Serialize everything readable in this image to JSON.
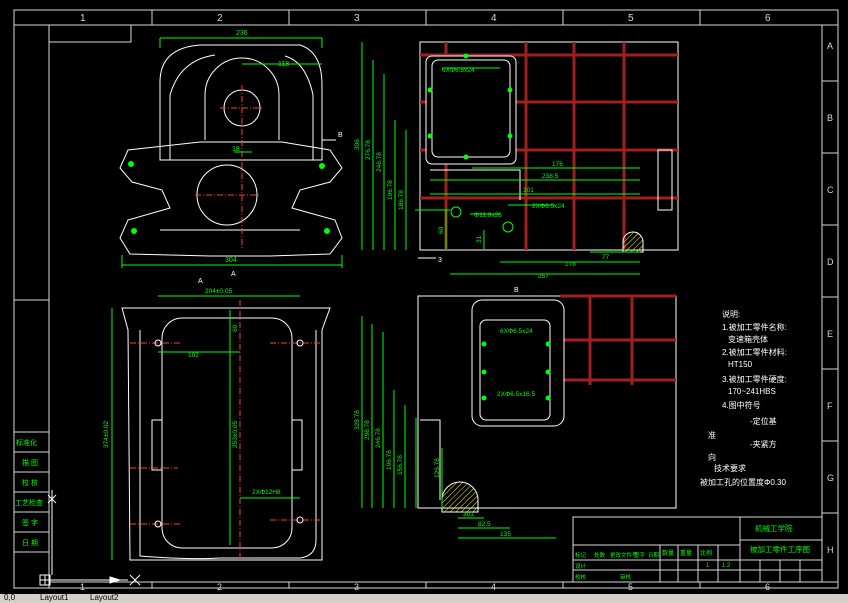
{
  "colors": {
    "background": "#000000",
    "white": "#ffffff",
    "cyan": "#00ffff",
    "green": "#00ff00",
    "red": "#ff3b3b",
    "darkred": "#a02020",
    "yellow": "#ffff00",
    "frame": "#d8d8d8"
  },
  "frame": {
    "top_columns": [
      "1",
      "2",
      "3",
      "4",
      "5",
      "6"
    ],
    "bottom_columns": [
      "1",
      "2",
      "3",
      "4",
      "5",
      "6"
    ],
    "right_rows": [
      "A",
      "B",
      "C",
      "D",
      "E",
      "F",
      "G",
      "H"
    ]
  },
  "view_top_left": {
    "dims": {
      "width": "236",
      "mid": "118",
      "shaft": "18",
      "base": "304"
    },
    "section_A": "A",
    "section_B": "B"
  },
  "view_top_right": {
    "dims": {
      "h1": "306",
      "h2": "276.78",
      "h3": "246.78",
      "h4": "196.78",
      "h5": "186.78",
      "h6": "60",
      "h7": "31",
      "w1": "176",
      "w2": "238.5",
      "w3": "301",
      "w4": "178",
      "w5": "77",
      "w6": "257",
      "hole1": "6XΦ6.5x24",
      "hole2": "2XΦ6.5x24",
      "hole3": "Φ11.9x26"
    },
    "section_marker": "3"
  },
  "view_bottom_left": {
    "dims": {
      "width": "204±0.05",
      "inner": "102",
      "side": "374±0.02",
      "mid": "253±0.05",
      "small": "60",
      "hole": "2XΦ12H8"
    }
  },
  "view_bottom_right": {
    "label": "B",
    "dims": {
      "h1": "328.78",
      "h2": "298.78",
      "h3": "246.78",
      "h4": "196.78",
      "h5": "156.78",
      "h6": "126.78",
      "w1": "82.5",
      "w2": "135",
      "w3": "301",
      "hole1": "6XΦ6.5x24",
      "hole2": "2XΦ6.5x16.5"
    }
  },
  "notes": {
    "title": "说明:",
    "items": [
      "1.被加工零件名称:",
      "变速箱壳体",
      "2.被加工零件材料:",
      "HT150",
      "3.被加工零件硬度:",
      "170~241HBS",
      "4.图中符号",
      "-定位基",
      "准",
      "-夹紧方",
      "向",
      "技术要求",
      "被加工孔的位置度Φ0.30"
    ]
  },
  "left_block": [
    "标准化",
    "描 图",
    "校 核",
    "工艺检查",
    "签 字",
    "日 期"
  ],
  "title_block": {
    "school": "机械工学院",
    "drawing_name": "被加工零件工序图",
    "scale_label": "比例",
    "scale": "1:2",
    "sheet": "1",
    "qty_label": "数量",
    "mass_label": "重量",
    "row1": [
      "标记",
      "处数",
      "更改文件号",
      "签字",
      "日期"
    ],
    "row2": [
      "设计",
      "校核",
      "审核"
    ]
  },
  "status": {
    "coords": "0,0",
    "tab_layout1": "Layout1",
    "tab_layout2": "Layout2"
  }
}
